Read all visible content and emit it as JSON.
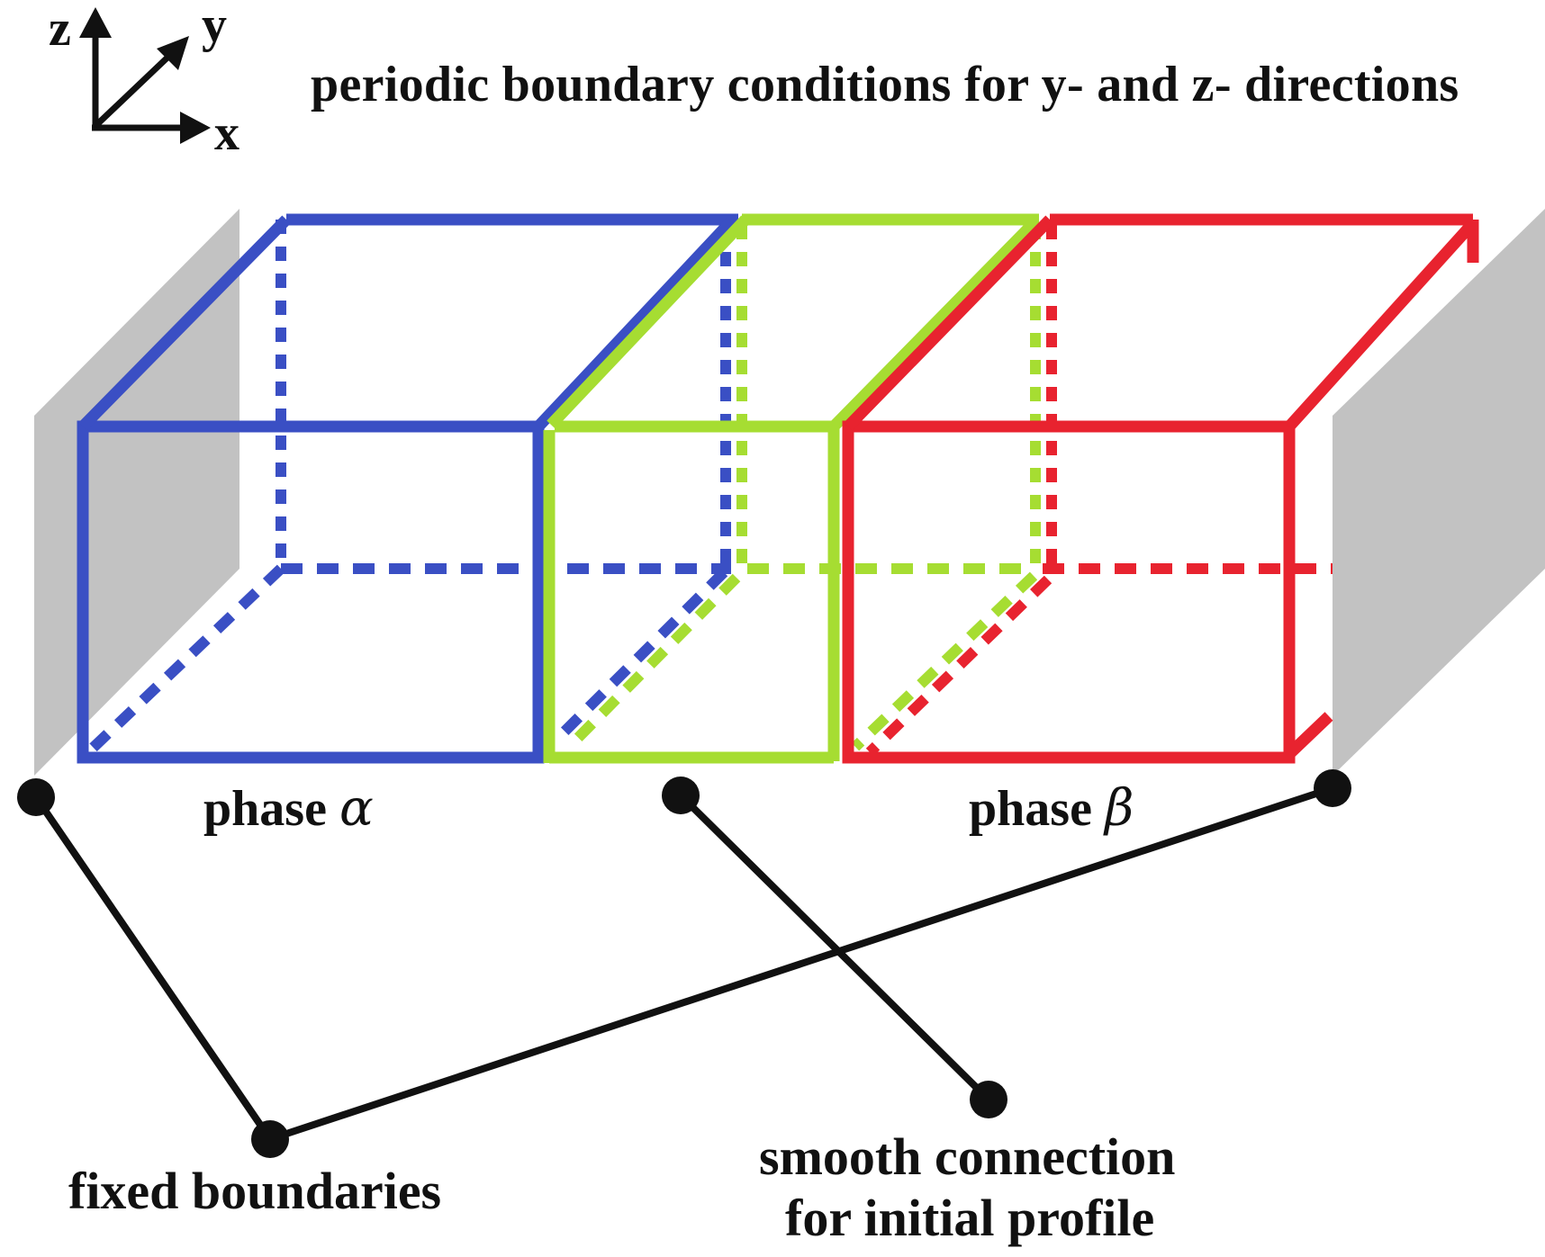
{
  "axes": {
    "z": "z",
    "y": "y",
    "x": "x"
  },
  "title": "periodic boundary conditions for y- and z- directions",
  "phases": {
    "alpha": {
      "text": "phase",
      "symbol": "α"
    },
    "beta": {
      "text": "phase",
      "symbol": "β"
    }
  },
  "annotations": {
    "fixed": "fixed boundaries",
    "smooth_line1": "smooth connection",
    "smooth_line2": "for initial profile"
  },
  "colors": {
    "alpha": "#3a4fc4",
    "interface": "#a6dd32",
    "beta": "#e8232f",
    "wall": "#c2c2c2",
    "ink": "#111111"
  }
}
